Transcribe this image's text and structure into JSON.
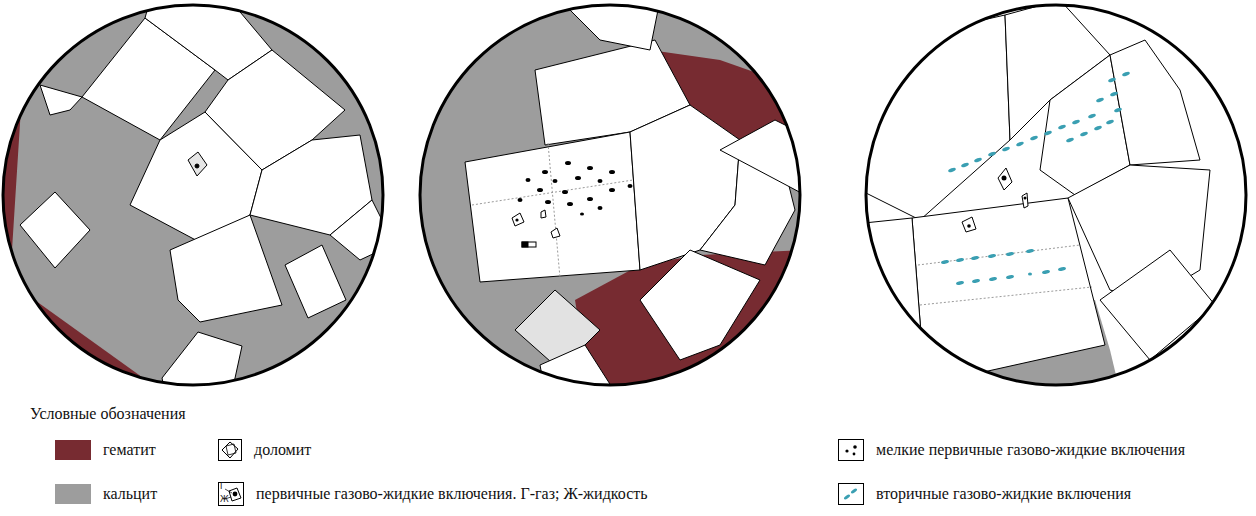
{
  "diagram": {
    "labels": [
      "Условные обозначения",
      "Г",
      "Ж"
    ],
    "legend": [
      {
        "text": "гематит",
        "color": "#772b31"
      },
      {
        "text": "доломит"
      },
      {
        "text": "мелкие первичные газово-жидкие включения"
      },
      {
        "text": "кальцит",
        "color": "#9d9d9d"
      },
      {
        "text": "первичные газово-жидкие включения. Г-газ; Ж-жидкость"
      },
      {
        "text": "вторичные газово-жидкие включения"
      }
    ]
  }
}
